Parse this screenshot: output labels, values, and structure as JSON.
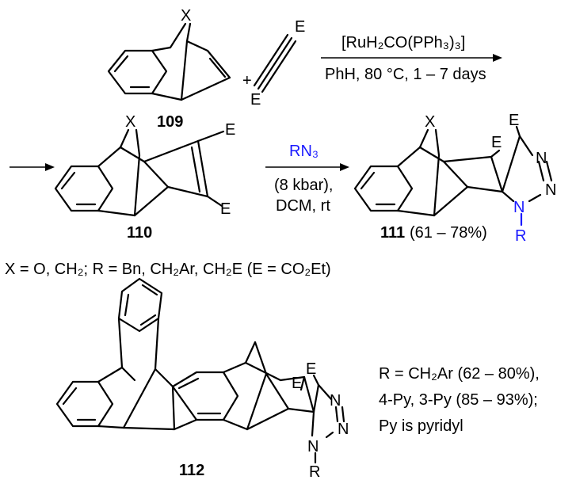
{
  "labels": {
    "x_atom": "X",
    "e_atom": "E",
    "n_atom": "N",
    "r_atom": "R",
    "plus": "+"
  },
  "compounds": {
    "c109": "109",
    "c110": "110",
    "c111": "111",
    "c111_yield": "(61 – 78%)",
    "c112": "112"
  },
  "conditions": {
    "step1_reagent": "[RuH₂CO(PPh₃)₃]",
    "step1_cond": "PhH, 80 °C, 1 – 7 days",
    "step2_reagent": "RN₃",
    "step2_cond1": "(8 kbar),",
    "step2_cond2": "DCM, rt"
  },
  "footnotes": {
    "definitions": "X = O, CH₂; R = Bn, CH₂Ar, CH₂E (E = CO₂Et)",
    "r_line1": "R = CH₂Ar (62 – 80%),",
    "r_line2": "4-Py, 3-Py (85 – 93%);",
    "r_line3": "Py is pyridyl"
  },
  "colors": {
    "accent_blue": "#1a1aff",
    "ink": "#000000"
  }
}
